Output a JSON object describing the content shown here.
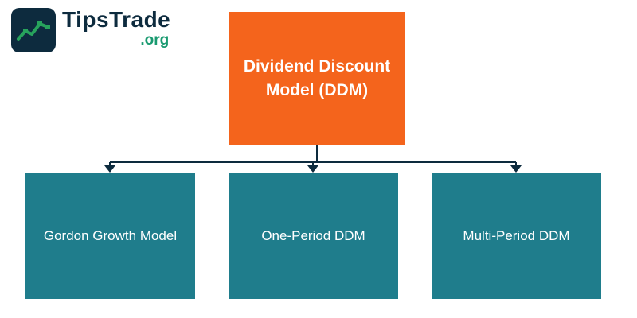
{
  "logo": {
    "brand": "TipsTrade",
    "suffix": ".org"
  },
  "diagram": {
    "root": {
      "label": "Dividend Discount Model (DDM)"
    },
    "children": [
      {
        "label": "Gordon Growth Model"
      },
      {
        "label": "One-Period DDM"
      },
      {
        "label": "Multi-Period DDM"
      }
    ]
  },
  "colors": {
    "root_box": "#f4641c",
    "child_box": "#1f7d8c",
    "connector_line": "#0d2b3e",
    "logo_navy": "#0d2b3e",
    "logo_green": "#27a35c",
    "text": "#ffffff"
  }
}
